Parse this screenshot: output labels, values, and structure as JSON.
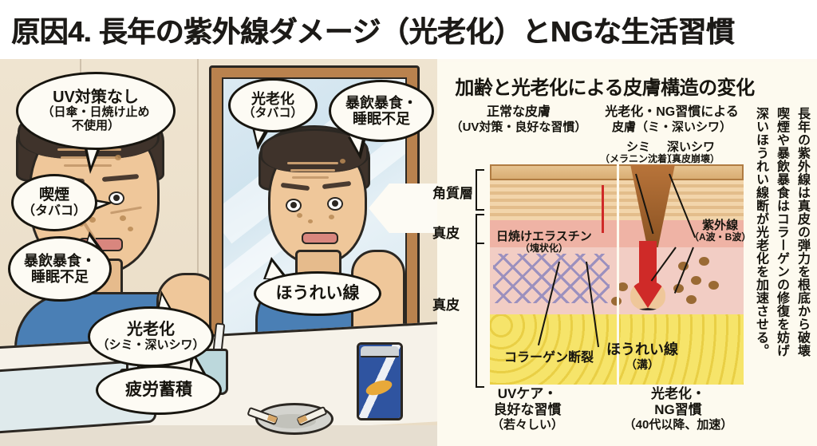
{
  "title": "原因4. 長年の紫外線ダメージ（光老化）とNGな生活習慣",
  "scene": {
    "bubbles": [
      {
        "id": "uv-taisaku-nashi",
        "lines": [
          "UV対策なし",
          "（日傘・日焼け止め",
          "不使用）"
        ]
      },
      {
        "id": "kitsuen",
        "lines": [
          "喫煙",
          "（タバコ）"
        ]
      },
      {
        "id": "bouin-boushoku-left",
        "lines": [
          "暴飲暴食・",
          "睡眠不足"
        ]
      },
      {
        "id": "kourouka-shimi",
        "lines": [
          "光老化",
          "（シミ・深いシワ）"
        ]
      },
      {
        "id": "hirou-chikuseki",
        "lines": [
          "疲労蓄積"
        ]
      },
      {
        "id": "kourouka-tabako",
        "lines": [
          "光老化",
          "（タバコ）"
        ]
      },
      {
        "id": "bouin-boushoku-mirror",
        "lines": [
          "暴飲暴食・",
          "睡眠不足"
        ]
      },
      {
        "id": "hourei-sen",
        "lines": [
          "ほうれい線"
        ]
      }
    ]
  },
  "panel": {
    "heading": "加齢と光老化による皮膚構造の変化",
    "columns": [
      {
        "id": "normal-skin",
        "line1": "正常な皮膚",
        "line2": "（UV対策・良好な習慣）"
      },
      {
        "id": "photoaged-skin",
        "line1": "光老化・NG習慣による",
        "line2": "皮膚（ミ・深いシワ）"
      }
    ],
    "side_labels": [
      {
        "id": "kakushitsu-sou",
        "text": "角質層"
      },
      {
        "id": "shinpi-upper",
        "text": "真皮"
      },
      {
        "id": "shinpi-lower",
        "text": "真皮"
      }
    ],
    "diagram_labels": [
      {
        "id": "hiyake-elastin",
        "line1": "日焼けエラスチン",
        "line2": "（塊状化）"
      },
      {
        "id": "collagen-danretsu",
        "line1": "コラーゲン断裂",
        "line2": ""
      },
      {
        "id": "shimi",
        "line1": "シミ",
        "line2": "（メラニン沈着）"
      },
      {
        "id": "fukai-shiwa",
        "line1": "深いシワ",
        "line2": "（真皮崩壊）"
      },
      {
        "id": "shigaisen",
        "line1": "紫外線",
        "line2": "（A波・B波）"
      },
      {
        "id": "hourei-sen-mizo",
        "line1": "ほうれい線",
        "line2": "（溝）"
      }
    ],
    "bottom_labels": [
      {
        "id": "uv-care",
        "line1": "UVケア・",
        "line2": "良好な習慣",
        "line3": "（若々しい）"
      },
      {
        "id": "kourouka-ng",
        "line1": "光老化・",
        "line2": "NG習慣",
        "line3": "（40代以降、加速）"
      }
    ],
    "vertical_text": [
      "長年の紫外線は真皮の弾力を根底から破壊",
      "喫煙や暴飲暴食はコラーゲンの修復を妨げ",
      "深いほうれい線断が光老化を加速させる。"
    ]
  },
  "colors": {
    "title_bg": "#ffffff",
    "panel_bg": "#fdfaef",
    "scene_bg": "#ece0cb",
    "shirt": "#4a7fb5",
    "mirror_frame": "#b9824e",
    "red_arrow": "#cf2a28",
    "fat_layer": "#f0d94f",
    "dermis_layer": "#f2cdc4",
    "ink": "#17150f"
  }
}
